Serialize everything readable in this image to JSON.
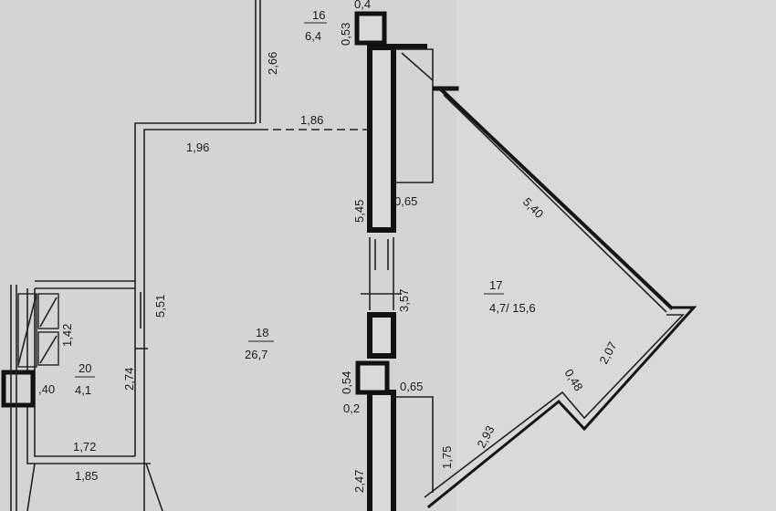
{
  "rooms": [
    {
      "id": "16",
      "number": "16",
      "area": "6,4"
    },
    {
      "id": "17",
      "number": "17",
      "area": "4,7/ 15,6"
    },
    {
      "id": "18",
      "number": "18",
      "area": "26,7"
    },
    {
      "id": "20",
      "number": "20",
      "area": "4,1"
    }
  ],
  "dimensions": {
    "d_0_4": "0,4",
    "d_0_53": "0,53",
    "d_2_66": "2,66",
    "d_1_86": "1,86",
    "d_1_96": "1,96",
    "d_5_45": "5,45",
    "d_0_65_top": "0,65",
    "d_5_40": "5,40",
    "d_5_51": "5,51",
    "d_3_57": "3,57",
    "d_1_42": "1,42",
    "d_0_54": "0,54",
    "d_0_2": "0,2",
    "d_0_65_bottom": "0,65",
    "d_0_40": ",40",
    "d_2_74": "2,74",
    "d_1_72": "1,72",
    "d_1_85": "1,85",
    "d_2_47": "2,47",
    "d_1_75": "1,75",
    "d_2_93": "2,93",
    "d_0_48": "0,48",
    "d_2_07": "2,07"
  },
  "colors": {
    "background": "#d4d4d2",
    "wall": "#151515",
    "text": "#1a1a1a"
  }
}
